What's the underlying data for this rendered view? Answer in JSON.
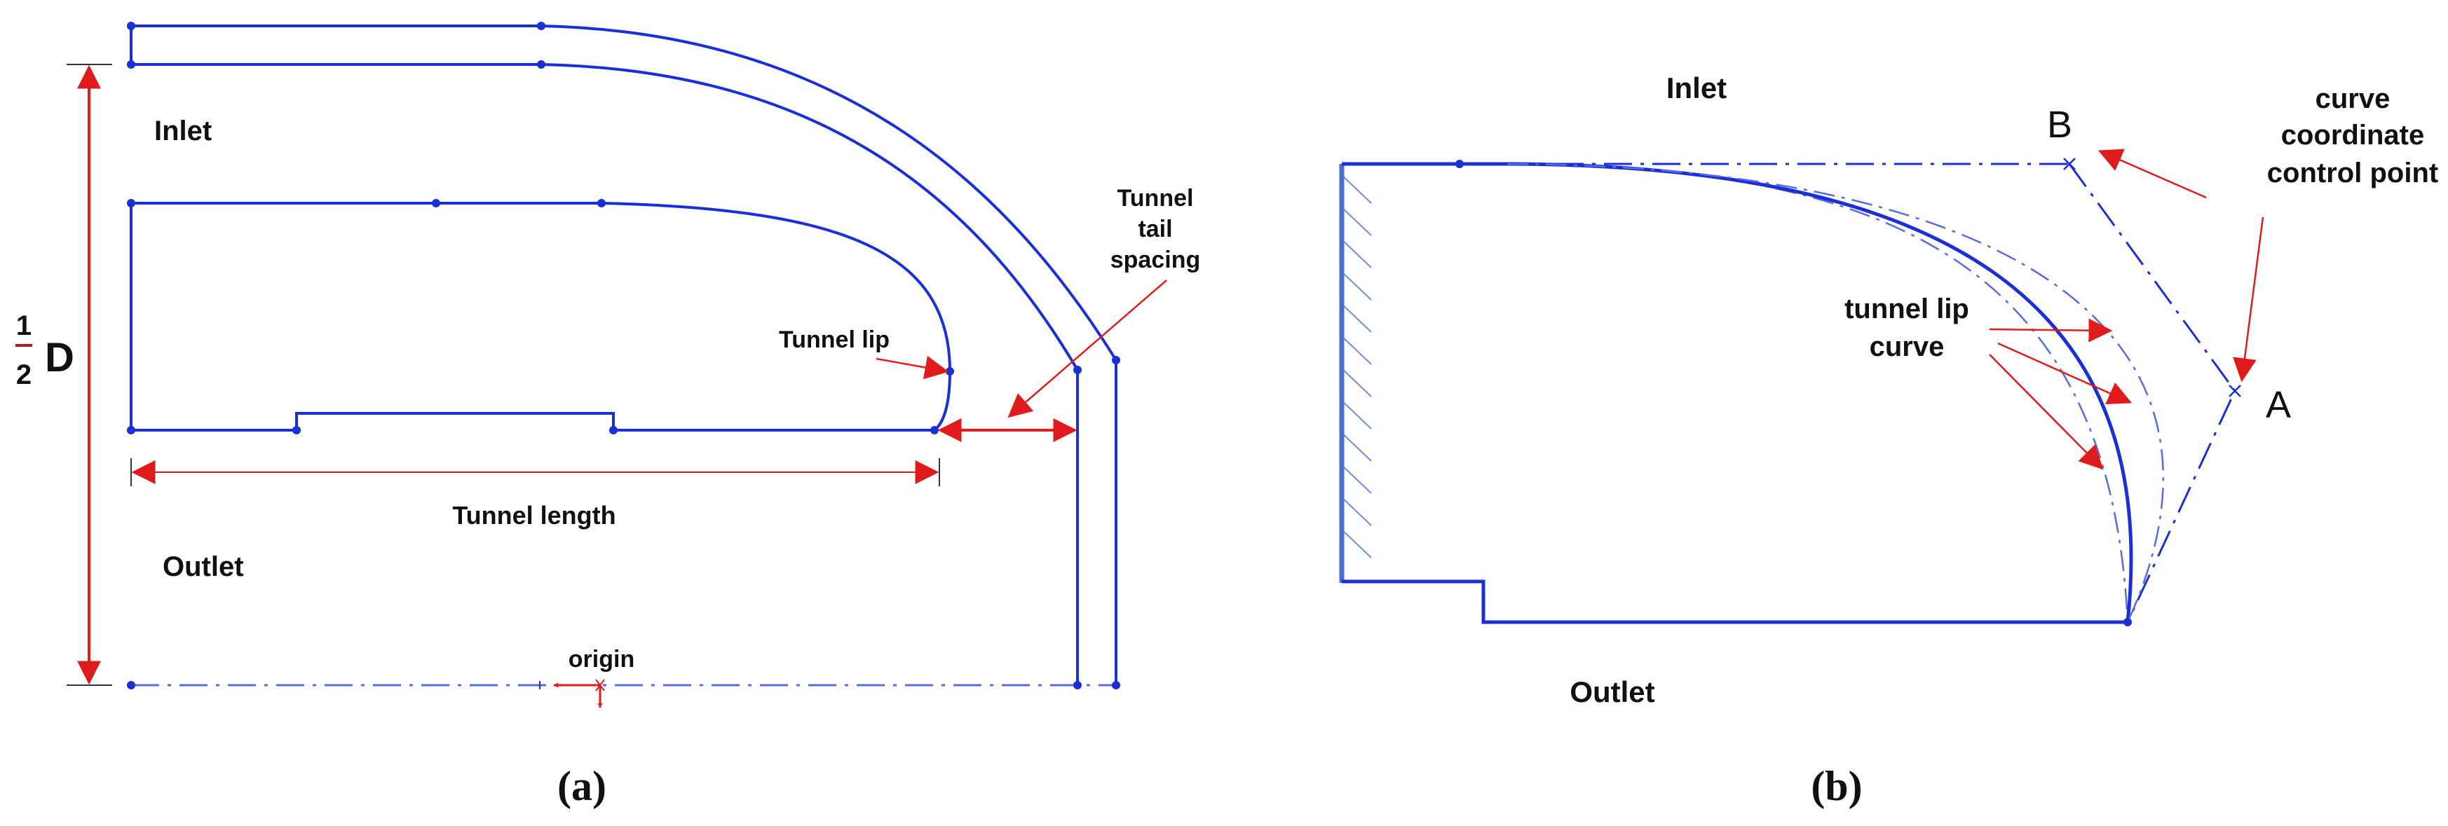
{
  "colors": {
    "geometry": "#1a2fd6",
    "centerline": "#5a6ae0",
    "hatch": "#6f8fd8",
    "annotation": "#e01b1b",
    "text": "#111111"
  },
  "panel_a": {
    "caption": "(a)",
    "inlet": "Inlet",
    "outlet": "Outlet",
    "half_fraction_num": "1",
    "half_fraction_den": "2",
    "half_D_letter": "D",
    "tunnel_lip": "Tunnel lip",
    "tunnel_tail_spacing": [
      "Tunnel",
      "tail",
      "spacing"
    ],
    "tunnel_length": "Tunnel length",
    "origin": "origin"
  },
  "panel_b": {
    "caption": "(b)",
    "inlet": "Inlet",
    "outlet": "Outlet",
    "point_b": "B",
    "point_a": "A",
    "control_point": [
      "curve",
      "coordinate",
      "control point"
    ],
    "tunnel_lip_curve": [
      "tunnel lip",
      "curve"
    ]
  }
}
